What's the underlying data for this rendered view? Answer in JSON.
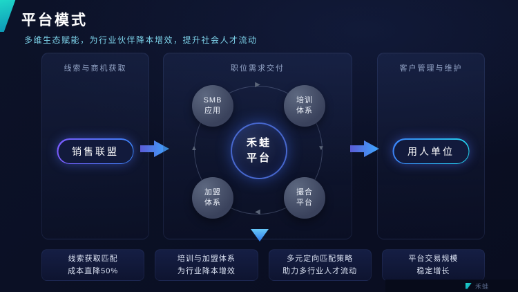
{
  "page": {
    "title": "平台模式",
    "subtitle": "多维生态赋能，为行业伙伴降本增效，提升社会人才流动"
  },
  "panels": {
    "left": {
      "header": "线索与商机获取",
      "button_label": "销售联盟"
    },
    "center": {
      "header": "职位需求交付",
      "hub": {
        "line1": "禾蛙",
        "line2": "平台"
      },
      "satellites": [
        {
          "line1": "SMB",
          "line2": "应用"
        },
        {
          "line1": "培训",
          "line2": "体系"
        },
        {
          "line1": "加盟",
          "line2": "体系"
        },
        {
          "line1": "撮合",
          "line2": "平台"
        }
      ]
    },
    "right": {
      "header": "客户管理与维护",
      "button_label": "用人单位"
    }
  },
  "footer_cards": [
    {
      "line1": "线索获取匹配",
      "line2": "成本直降50%"
    },
    {
      "line1": "培训与加盟体系",
      "line2": "为行业降本增效"
    },
    {
      "line1": "多元定向匹配策略",
      "line2": "助力多行业人才流动"
    },
    {
      "line1": "平台交易规模",
      "line2": "稳定增长"
    }
  ],
  "icons": {
    "rotate_n": "▶",
    "rotate_e": "▼",
    "rotate_s": "◀",
    "rotate_w": "▲"
  },
  "brand": {
    "name": "禾蛙"
  },
  "colors": {
    "background": "#0c1228",
    "accent_teal": "#1fd8c9",
    "subtitle_text": "#7cd1e8",
    "arrow_gradient_from": "#5b5bd6",
    "arrow_gradient_to": "#3ea8ff",
    "pill_border_violet": "#7c5cff",
    "pill_border_blue": "#22d3ee",
    "hub_glow": "#4273ff"
  }
}
